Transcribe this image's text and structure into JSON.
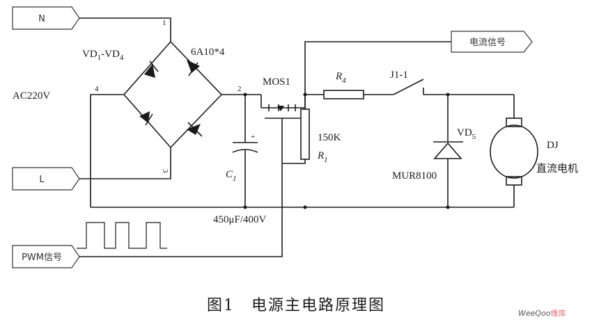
{
  "ports": {
    "n": "N",
    "l": "L",
    "pwm": "PWM信号",
    "current": "电流信号"
  },
  "labels": {
    "bridge_name": "VD1-VD4",
    "bridge_name_main": "VD",
    "bridge_sub1": "1",
    "bridge_dash": "-VD",
    "bridge_sub2": "4",
    "diode_rating": "6A10*4",
    "ac_input": "AC220V",
    "node1": "1",
    "node2": "2",
    "node3": "3",
    "node4": "4",
    "mos": "MOS1",
    "r4_main": "R",
    "r4_sub": "4",
    "relay": "J1-1",
    "r1_value": "150K",
    "r1_main": "R",
    "r1_sub": "1",
    "vd5_main": "VD",
    "vd5_sub": "5",
    "mur": "MUR8100",
    "motor_name": "DJ",
    "motor_desc": "直流电机",
    "cap_main": "C",
    "cap_sub": "1",
    "cap_value": "450μF/400V",
    "cap_plus": "+"
  },
  "caption": "图1　电源主电路原理图",
  "watermark": {
    "brand": "WeeQoo",
    "suffix": "维库"
  },
  "colors": {
    "ink": "#1a1a1a",
    "watermark": "#c8c8c8",
    "watermark_accent": "#d23c3c"
  }
}
